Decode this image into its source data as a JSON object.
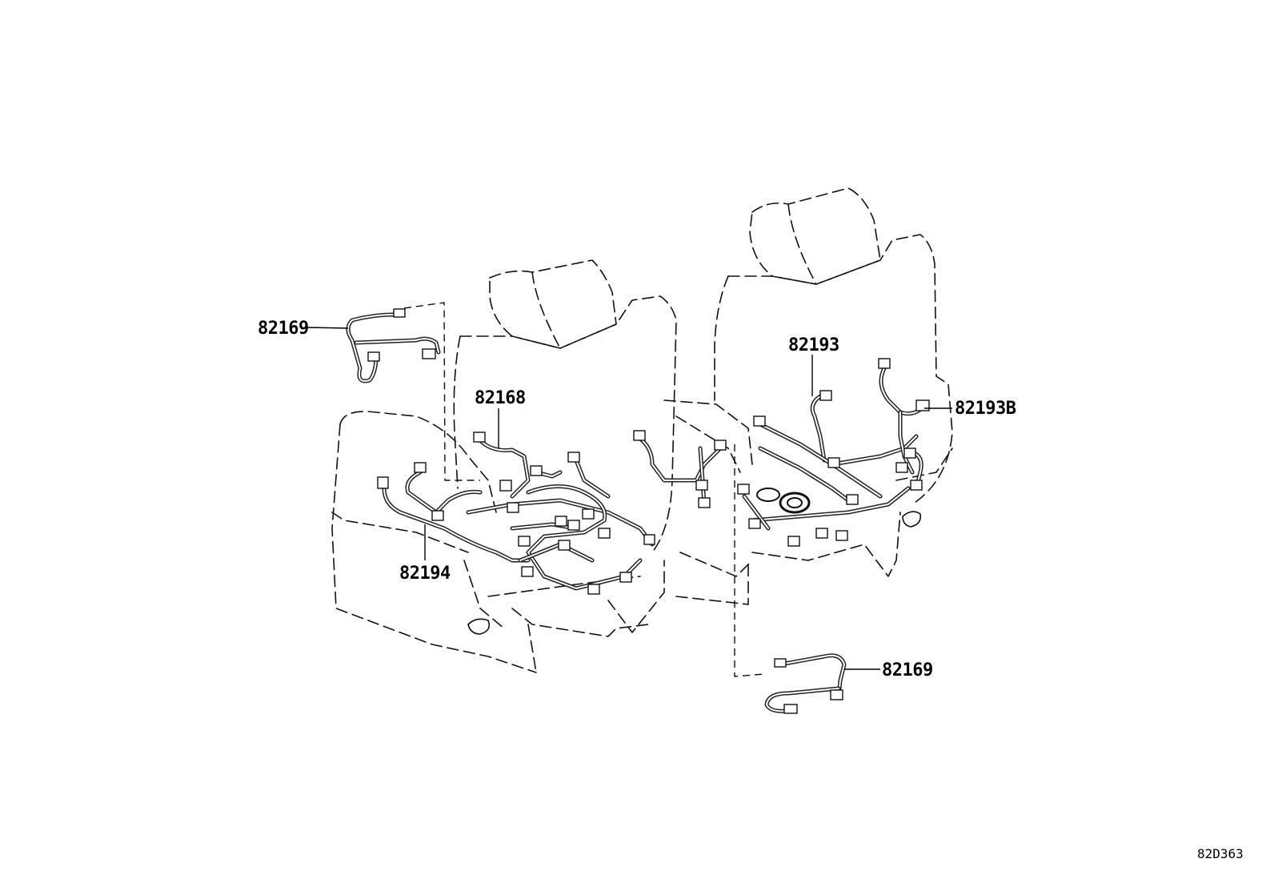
{
  "figure_id": "82D363",
  "callouts": {
    "harness_left_outer": "82169",
    "harness_right_outer": "82169",
    "harness_center": "82168",
    "harness_lower_left": "82194",
    "harness_right_top": "82193",
    "harness_right_side": "82193B"
  }
}
